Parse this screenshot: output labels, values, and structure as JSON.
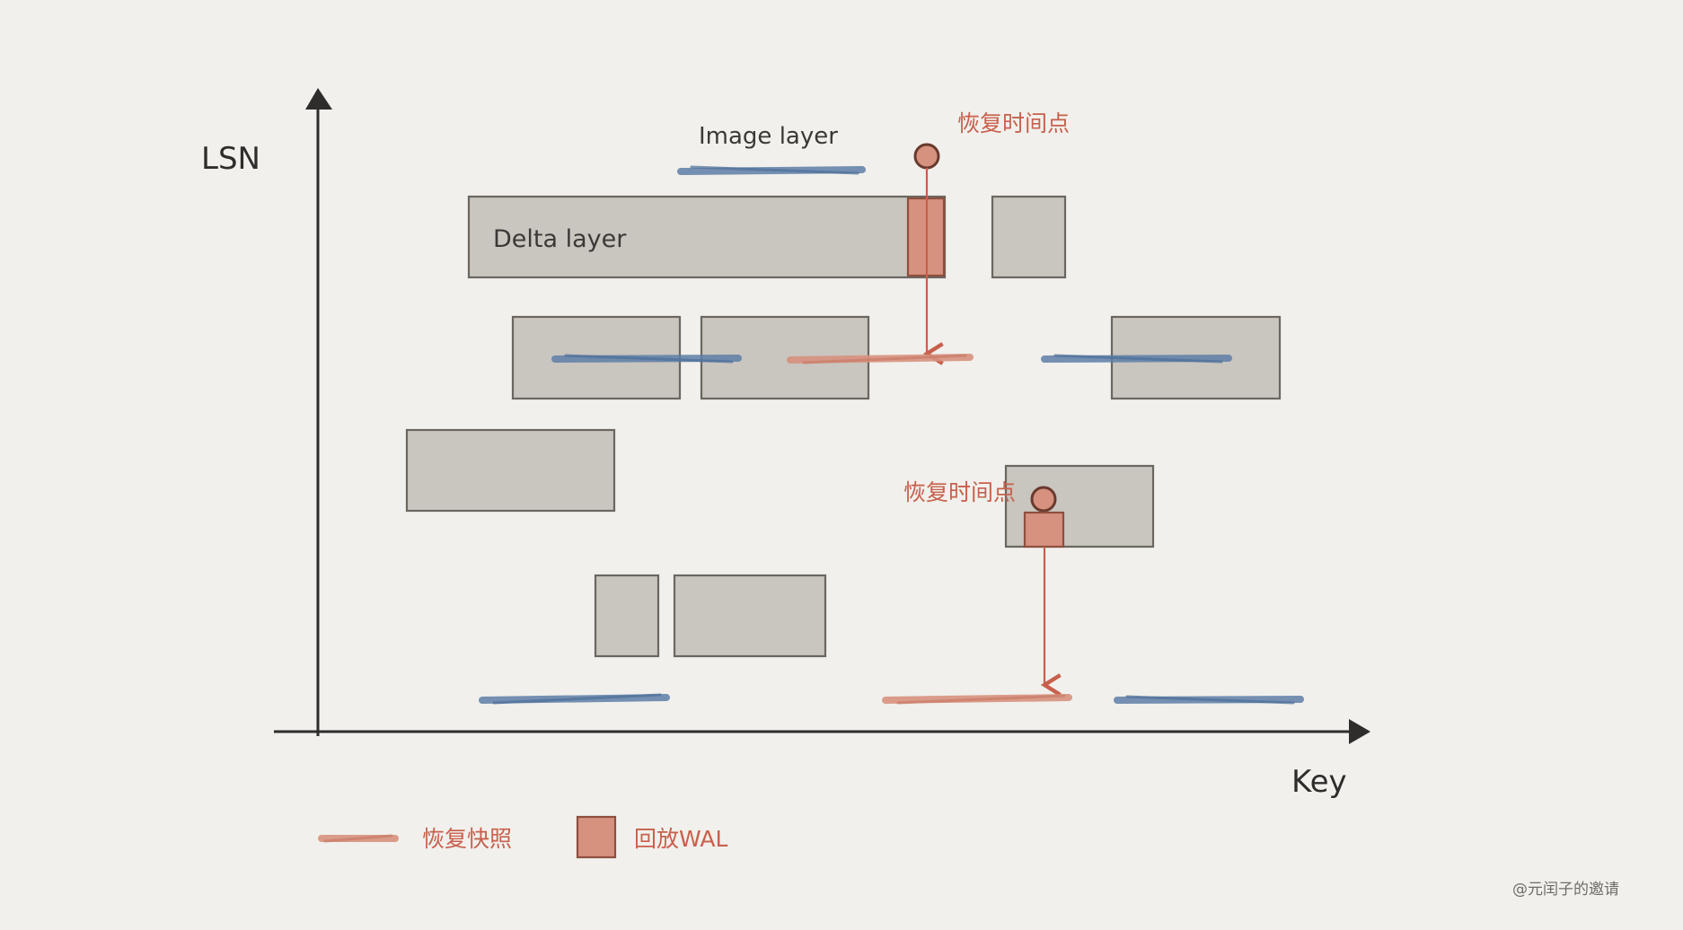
{
  "axes": {
    "y_label": "LSN",
    "x_label": "Key"
  },
  "labels": {
    "image_layer": "Image layer",
    "delta_layer": "Delta layer",
    "recovery_point_top": "恢复时间点",
    "recovery_point_bottom": "恢复时间点"
  },
  "legend": {
    "snapshot_label": "恢复快照",
    "wal_label": "回放WAL"
  },
  "watermark": "@元闰子的邀请",
  "colors": {
    "background": "#f1f0ec",
    "layer_fill": "#c9c5bf",
    "wal_fill": "#d6927f",
    "accent_red": "#c8604d",
    "image_blue": "#5f7fa7",
    "axis": "#2f2d2b"
  }
}
